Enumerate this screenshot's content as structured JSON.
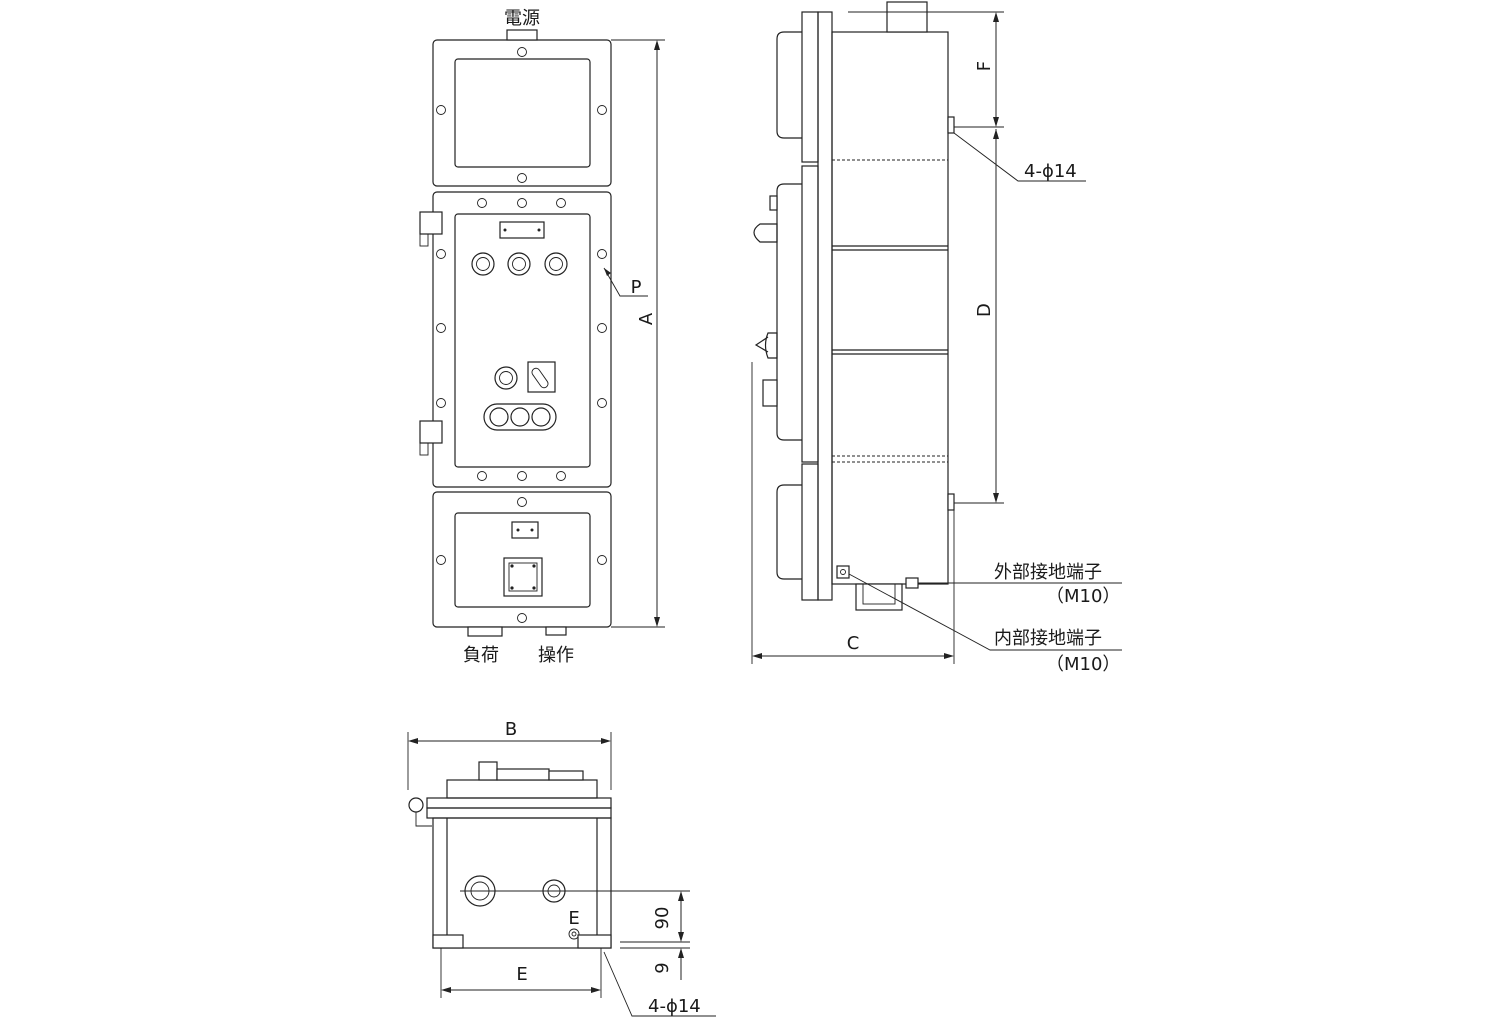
{
  "labels": {
    "power": "電源",
    "load": "負荷",
    "operation": "操作",
    "dim_a": "A",
    "dim_b": "B",
    "dim_c": "C",
    "dim_d": "D",
    "dim_e": "E",
    "dim_f": "F",
    "dim_p": "P",
    "holes_side": "4-ϕ14",
    "holes_bottom": "4-ϕ14",
    "ext_ground": "外部接地端子",
    "ext_ground_size": "（M10）",
    "int_ground": "内部接地端子",
    "int_ground_size": "（M10）",
    "dim_90": "90",
    "dim_9": "9",
    "ground_mark": "E"
  },
  "colors": {
    "line": "#222222",
    "background": "#ffffff"
  }
}
